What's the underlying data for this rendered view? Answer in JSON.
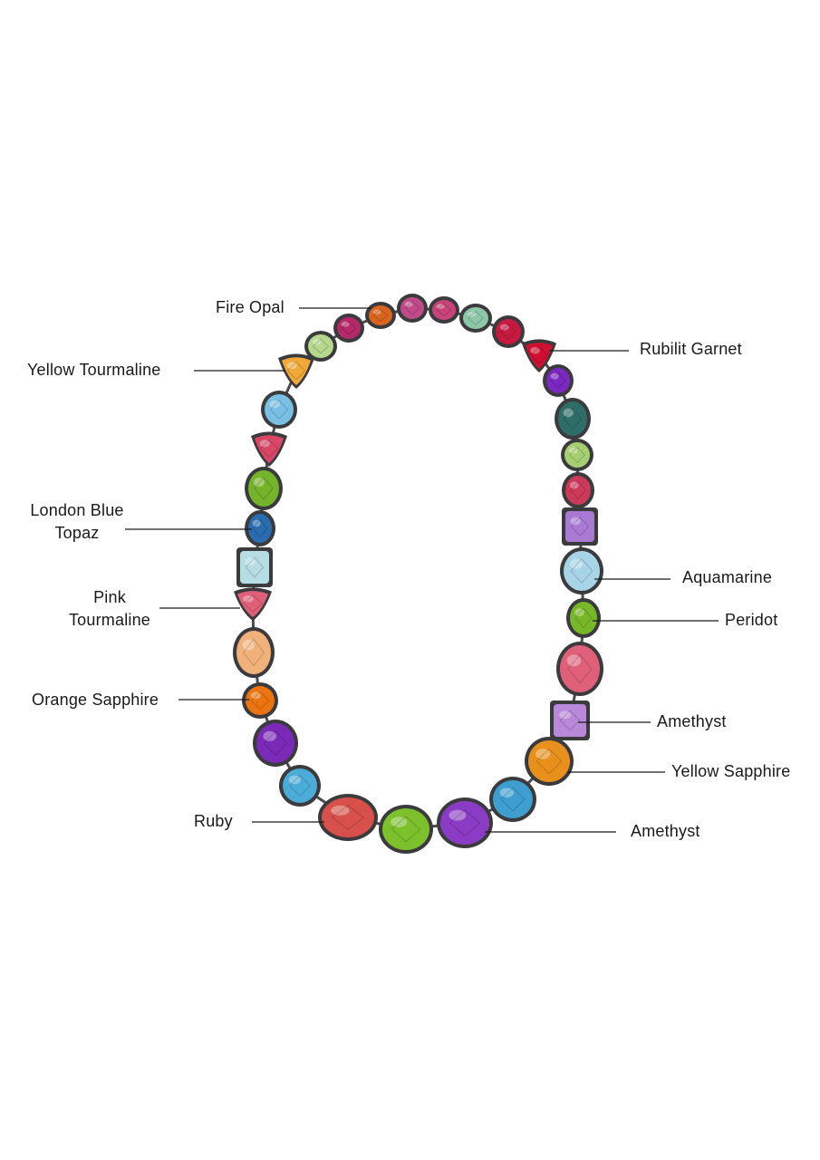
{
  "colors": {
    "setting": "#3b3b3e",
    "line": "#1a1a1a",
    "text": "#1a1a1a",
    "background": "#ffffff"
  },
  "labels": {
    "fire_opal": "Fire Opal",
    "rubilit_garnet": "Rubilit Garnet",
    "yellow_tourmaline": "Yellow Tourmaline",
    "london_blue_topaz_1": "London Blue",
    "london_blue_topaz_2": "Topaz",
    "aquamarine": "Aquamarine",
    "pink_tourmaline_1": "Pink",
    "pink_tourmaline_2": "Tourmaline",
    "peridot": "Peridot",
    "orange_sapphire": "Orange Sapphire",
    "amethyst_right": "Amethyst",
    "yellow_sapphire": "Yellow Sapphire",
    "ruby": "Ruby",
    "amethyst_bottom": "Amethyst"
  },
  "gems": [
    {
      "name": "clasp-gem",
      "color": "#c04a8a"
    },
    {
      "name": "fire-opal-gem",
      "color": "#d8641e"
    },
    {
      "name": "magenta-gem",
      "color": "#b5286a"
    },
    {
      "name": "pink-gem",
      "color": "#c84478"
    },
    {
      "name": "mint-gem",
      "color": "#8cc7a8"
    },
    {
      "name": "red-gem",
      "color": "#c81a40"
    },
    {
      "name": "rubilit-garnet-gem",
      "color": "#d01030"
    },
    {
      "name": "purple-gem",
      "color": "#7a28c0"
    },
    {
      "name": "teal-gem",
      "color": "#2f6e68"
    },
    {
      "name": "light-green-gem",
      "color": "#a6cf72"
    },
    {
      "name": "rose-gem",
      "color": "#cc3a5a"
    },
    {
      "name": "lavender-gem",
      "color": "#a97ad4"
    },
    {
      "name": "aquamarine-gem",
      "color": "#a8d4e8"
    },
    {
      "name": "peridot-gem",
      "color": "#78b828"
    },
    {
      "name": "pink-tourmaline-right-gem",
      "color": "#e0607a"
    },
    {
      "name": "amethyst-right-gem",
      "color": "#b988d8"
    },
    {
      "name": "yellow-sapphire-gem",
      "color": "#e8901c"
    },
    {
      "name": "blue-topaz-right-gem",
      "color": "#3e9ed0"
    },
    {
      "name": "amethyst-bottom-gem",
      "color": "#8a3cc4"
    },
    {
      "name": "peridot-bottom-gem",
      "color": "#7cc02c"
    },
    {
      "name": "ruby-gem",
      "color": "#d8504a"
    },
    {
      "name": "blue-topaz-left-gem",
      "color": "#4cacd8"
    },
    {
      "name": "purple-left-gem",
      "color": "#7b2ab8"
    },
    {
      "name": "orange-sapphire-gem",
      "color": "#ec7410"
    },
    {
      "name": "champagne-gem",
      "color": "#f0b27a"
    },
    {
      "name": "pink-tourmaline-gem",
      "color": "#e0607a"
    },
    {
      "name": "pale-blue-gem",
      "color": "#b6dce4"
    },
    {
      "name": "london-blue-topaz-gem",
      "color": "#2a6cb0"
    },
    {
      "name": "peridot-left-gem",
      "color": "#74b42a"
    },
    {
      "name": "pink-heart-gem",
      "color": "#d84866"
    },
    {
      "name": "sky-blue-gem",
      "color": "#7ac0e4"
    },
    {
      "name": "yellow-tourmaline-gem",
      "color": "#f0a838"
    },
    {
      "name": "pale-green-gem",
      "color": "#b4d88c"
    }
  ]
}
